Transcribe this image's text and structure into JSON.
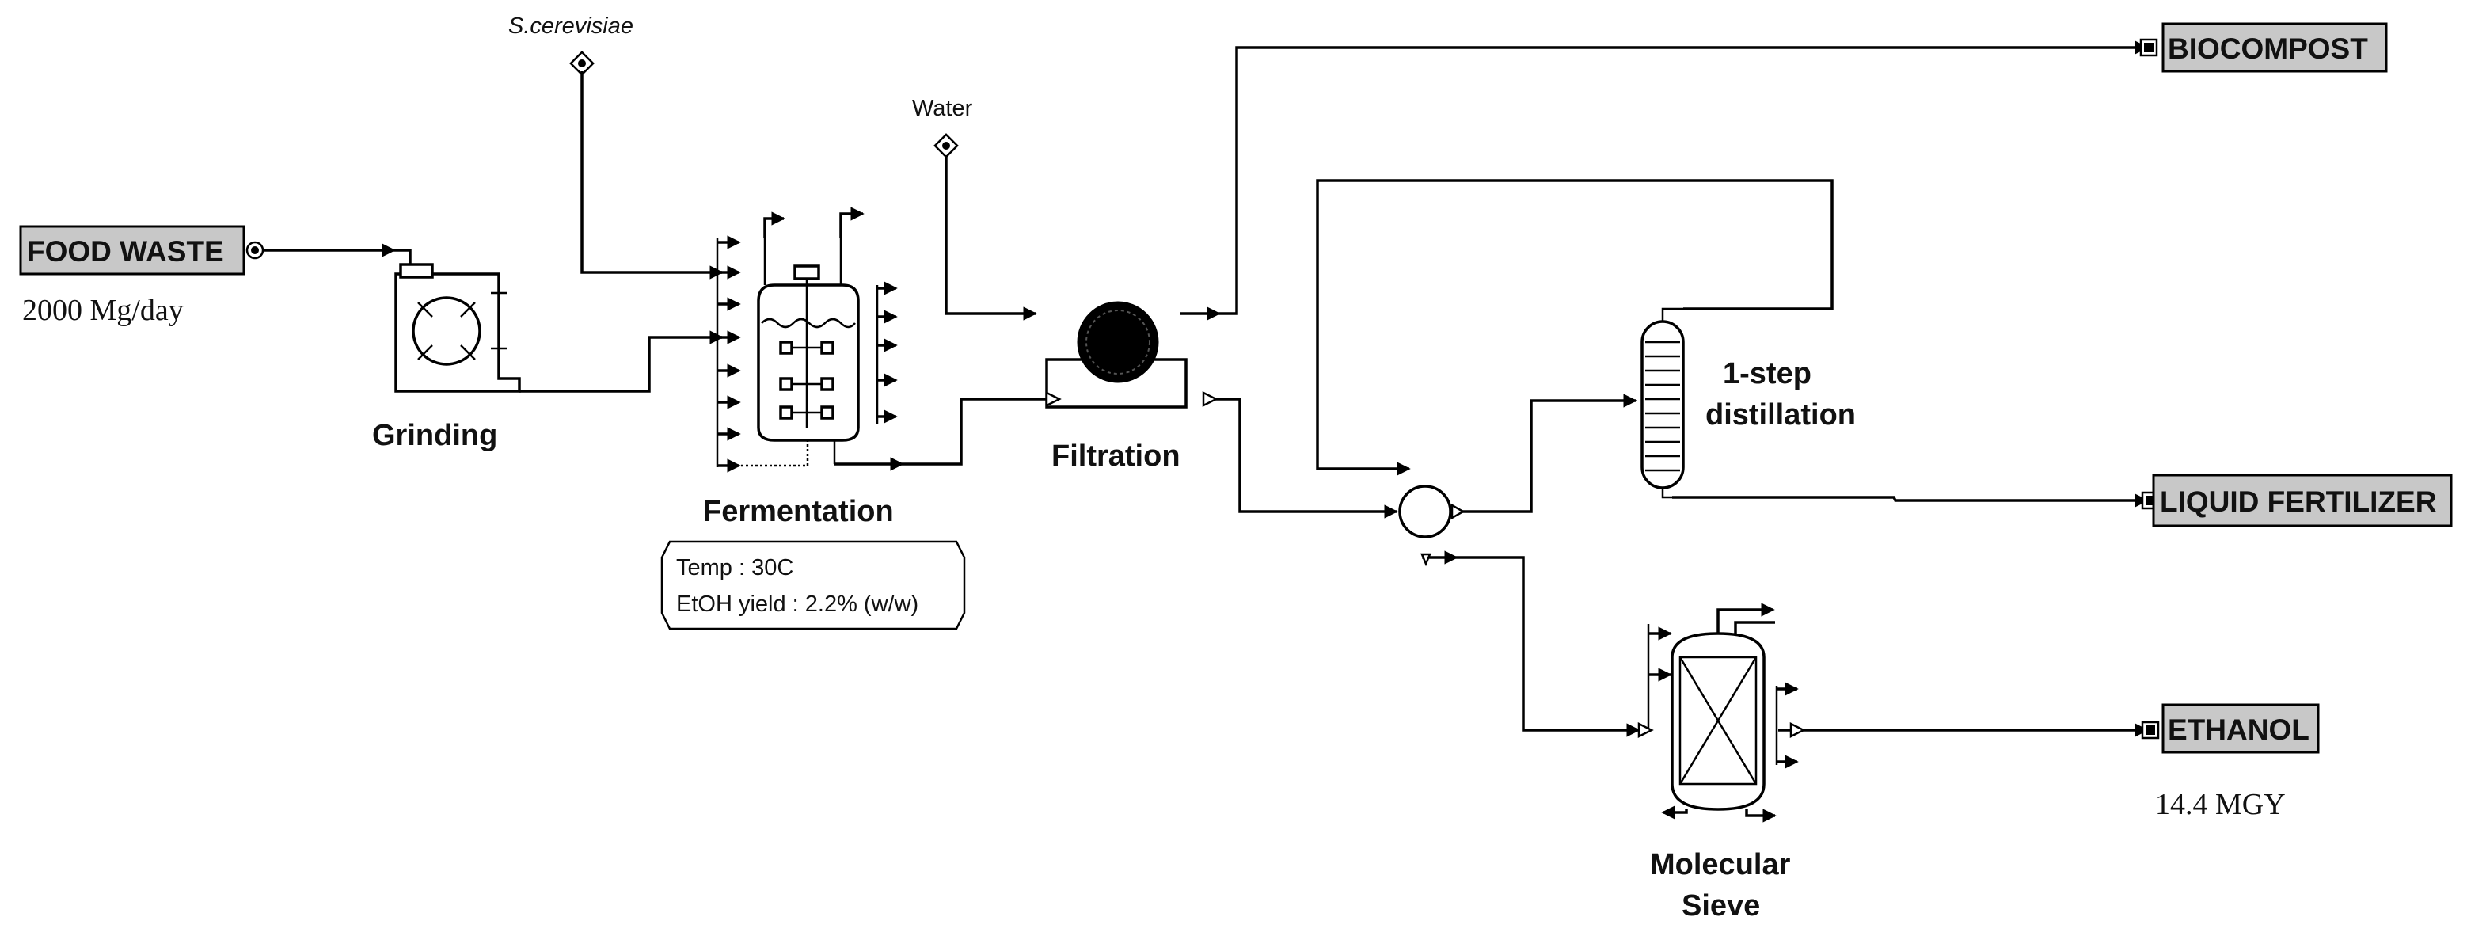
{
  "streams": {
    "food_waste": "FOOD WASTE",
    "food_waste_rate": "2000 Mg/day",
    "s_cerevisiae": "S.cerevisiae",
    "water": "Water",
    "biocompost": "BIOCOMPOST",
    "liquid_fertilizer": "LIQUID FERTILIZER",
    "ethanol": "ETHANOL",
    "ethanol_rate": "14.4 MGY"
  },
  "units": {
    "grinding": "Grinding",
    "fermentation": "Fermentation",
    "fermentation_conditions": [
      "Temp : 30C",
      "EtOH yield : 2.2% (w/w)"
    ],
    "filtration": "Filtration",
    "distillation": [
      "1-step",
      "distillation"
    ],
    "molecular_sieve": [
      "Molecular",
      "Sieve"
    ]
  },
  "colors": {
    "stream_box_fill": "#c8c8c8",
    "line": "#000000",
    "background": "#ffffff"
  }
}
